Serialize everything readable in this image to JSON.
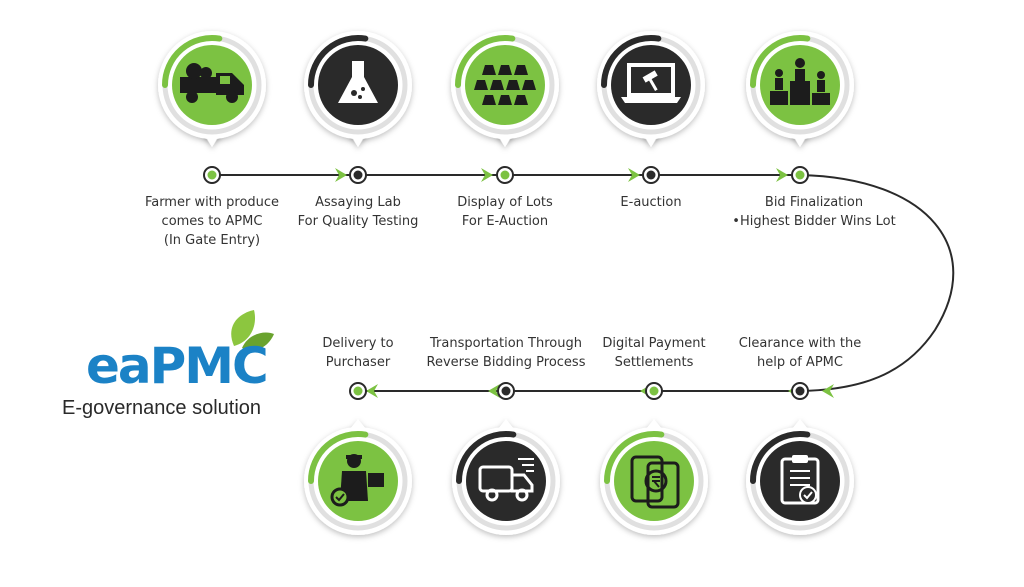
{
  "colors": {
    "green": "#7cc242",
    "dark": "#2a2a2a",
    "ring_grey": "#e0e0e0",
    "logo_blue": "#1b82c6",
    "text": "#333333"
  },
  "steps": [
    {
      "id": "farmer",
      "lines": [
        "Farmer with produce",
        "comes to APMC",
        "(In Gate Entry)"
      ],
      "icon": "truck-icon",
      "fill": "green"
    },
    {
      "id": "assaying",
      "lines": [
        "Assaying Lab",
        "For Quality Testing"
      ],
      "icon": "flask-icon",
      "fill": "dark"
    },
    {
      "id": "display",
      "lines": [
        "Display of Lots",
        "For E-Auction"
      ],
      "icon": "lots-icon",
      "fill": "green"
    },
    {
      "id": "eauction",
      "lines": [
        "E-auction"
      ],
      "icon": "laptop-gavel-icon",
      "fill": "dark"
    },
    {
      "id": "bid",
      "lines": [
        "Bid Finalization",
        "•Highest Bidder Wins Lot"
      ],
      "icon": "podium-icon",
      "fill": "green"
    },
    {
      "id": "clearance",
      "lines": [
        "Clearance with the",
        "help of  APMC"
      ],
      "icon": "clipboard-check-icon",
      "fill": "dark"
    },
    {
      "id": "payment",
      "lines": [
        "Digital Payment",
        "Settlements"
      ],
      "icon": "mobile-rupee-icon",
      "fill": "green"
    },
    {
      "id": "transport",
      "lines": [
        "Transportation Through",
        "Reverse Bidding Process"
      ],
      "icon": "delivery-truck-icon",
      "fill": "dark"
    },
    {
      "id": "delivery",
      "lines": [
        "Delivery to",
        "Purchaser"
      ],
      "icon": "delivery-person-icon",
      "fill": "green"
    }
  ],
  "logo": {
    "text": "eaPMC",
    "subtitle": "E-governance solution"
  }
}
